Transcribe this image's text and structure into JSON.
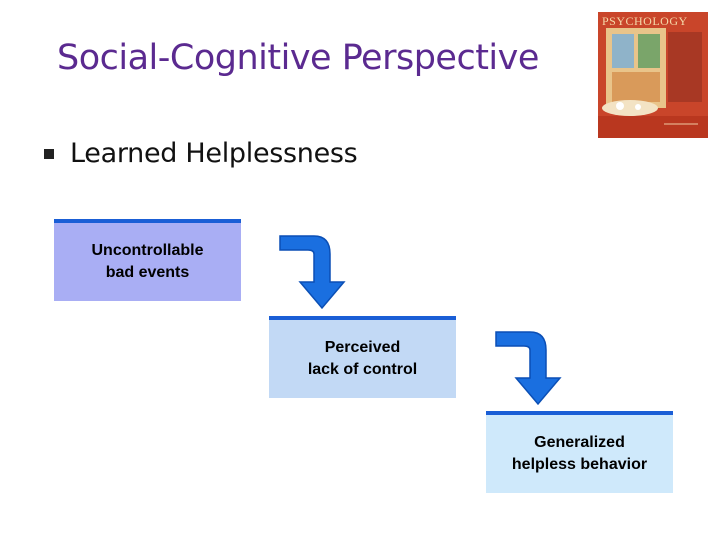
{
  "slide": {
    "title": "Social-Cognitive Perspective",
    "bullet": "Learned Helplessness"
  },
  "book_cover": {
    "title": "PSYCHOLOGY"
  },
  "steps": [
    {
      "label": "Uncontrollable\nbad events"
    },
    {
      "label": "Perceived\nlack of control"
    },
    {
      "label": "Generalized\nhelpless behavior"
    }
  ],
  "colors": {
    "title": "#5b2a90",
    "step_border": "#1a5ed6",
    "step_1_fill": "#a9aef4",
    "step_2_fill": "#c2d9f5",
    "step_3_fill": "#cfe9fb",
    "arrow": "#1a6fe0"
  }
}
